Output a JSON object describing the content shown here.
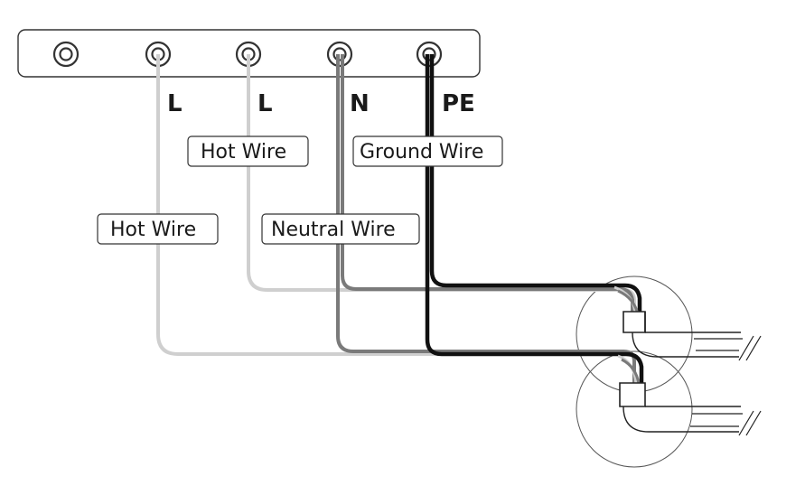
{
  "terminal_block": {
    "terminals": [
      {
        "id": "t0",
        "label": ""
      },
      {
        "id": "t1",
        "label": "L"
      },
      {
        "id": "t2",
        "label": "L"
      },
      {
        "id": "t3",
        "label": "N"
      },
      {
        "id": "t4",
        "label": "PE"
      }
    ]
  },
  "wire_labels": {
    "hot_wire_1": "Hot Wire",
    "hot_wire_2": "Hot Wire",
    "neutral_wire": "Neutral Wire",
    "ground_wire": "Ground Wire"
  },
  "colors": {
    "hot": "#cfcfcf",
    "neutral": "#7a7a7a",
    "ground": "#111111",
    "outline": "#333333"
  }
}
